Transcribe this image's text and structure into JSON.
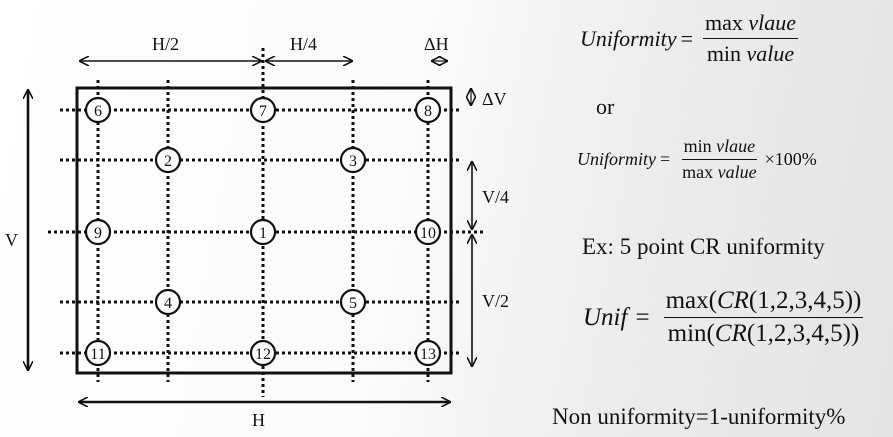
{
  "diagram": {
    "dims": {
      "h_half": "H/2",
      "h_quarter": "H/4",
      "delta_h": "ΔH",
      "delta_v": "ΔV",
      "v_quarter": "V/4",
      "v_half": "V/2",
      "v": "V",
      "h": "H"
    },
    "points": {
      "p1": "1",
      "p2": "2",
      "p3": "3",
      "p4": "4",
      "p5": "5",
      "p6": "6",
      "p7": "7",
      "p8": "8",
      "p9": "9",
      "p10": "10",
      "p11": "11",
      "p12": "12",
      "p13": "13"
    }
  },
  "formulas": {
    "f1": {
      "lhs": "Uniformity",
      "eq": "=",
      "num_fn": "max",
      "num_var": "vlaue",
      "den_fn": "min",
      "den_var": "value"
    },
    "or": "or",
    "f2": {
      "lhs": "Uniformity",
      "eq": "=",
      "num_fn": "min",
      "num_var": "vlaue",
      "den_fn": "max",
      "den_var": "value",
      "suffix": "×100%"
    },
    "example": "Ex: 5 point CR uniformity",
    "f3": {
      "lhs": "Unif",
      "eq": "=",
      "num_fn": "max",
      "den_fn": "min",
      "arg_var": "CR",
      "arg_list": "1,2,3,4,5"
    },
    "non_uniformity": "Non  uniformity=1-uniformity%"
  }
}
